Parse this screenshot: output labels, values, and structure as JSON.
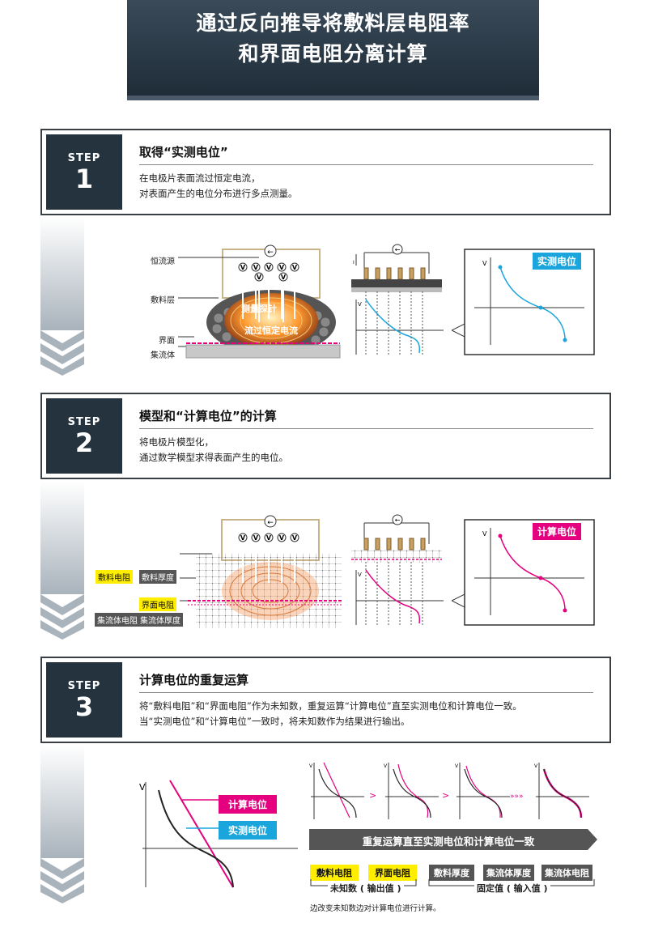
{
  "header": {
    "title_line1": "通过反向推导将敷料层电阻率",
    "title_line2": "和界面电阻分离计算"
  },
  "steps": [
    {
      "word": "STEP",
      "num": "1",
      "title": "取得“实测电位”",
      "desc": [
        "在电极片表面流过恒定电流，",
        "对表面产生的电位分布进行多点测量。"
      ]
    },
    {
      "word": "STEP",
      "num": "2",
      "title": "模型和“计算电位”的计算",
      "desc": [
        "将电极片模型化，",
        "通过数学模型求得表面产生的电位。"
      ]
    },
    {
      "word": "STEP",
      "num": "3",
      "title": "计算电位的重复运算",
      "desc": [
        "将“敷料电阻”和“界面电阻”作为未知数，重复运算“计算电位”直至实测电位和计算电位一致。",
        "当“实测电位”和“计算电位”一致时，将未知数作为结果进行输出。"
      ]
    }
  ],
  "step1_fig": {
    "labels": {
      "source": "恒流源",
      "coating": "敷料层",
      "interface": "界面",
      "collector": "集流体",
      "probe": "测量探针",
      "current": "流过恒定电流"
    },
    "badge": "实测电位",
    "axis_v": "V",
    "axis_i": "I"
  },
  "step2_fig": {
    "tags": {
      "coat_res": "敷料电阻",
      "coat_thick": "敷料厚度",
      "iface_res": "界面电阻",
      "coll_res": "集流体电阻",
      "coll_thick": "集流体厚度"
    },
    "badge": "计算电位",
    "axis_v": "V"
  },
  "step3_fig": {
    "calc": "计算电位",
    "meas": "实测电位",
    "axis_v": "V",
    "banner": "重复运算直至实测电位和计算电位一致",
    "params": [
      "敷料电阻",
      "界面电阻",
      "敷料厚度",
      "集流体厚度",
      "集流体电阻"
    ],
    "unknown": "未知数 ( 输出值 )",
    "fixed": "固定值 ( 输入值 )",
    "note": "边改变未知数边对计算电位进行计算。",
    "probe_symbol": "V",
    "source_symbol": "←"
  },
  "colors": {
    "navy": "#25333f",
    "magenta": "#e4007f",
    "cyan": "#1aa6dc",
    "yellow": "#ffee00"
  }
}
